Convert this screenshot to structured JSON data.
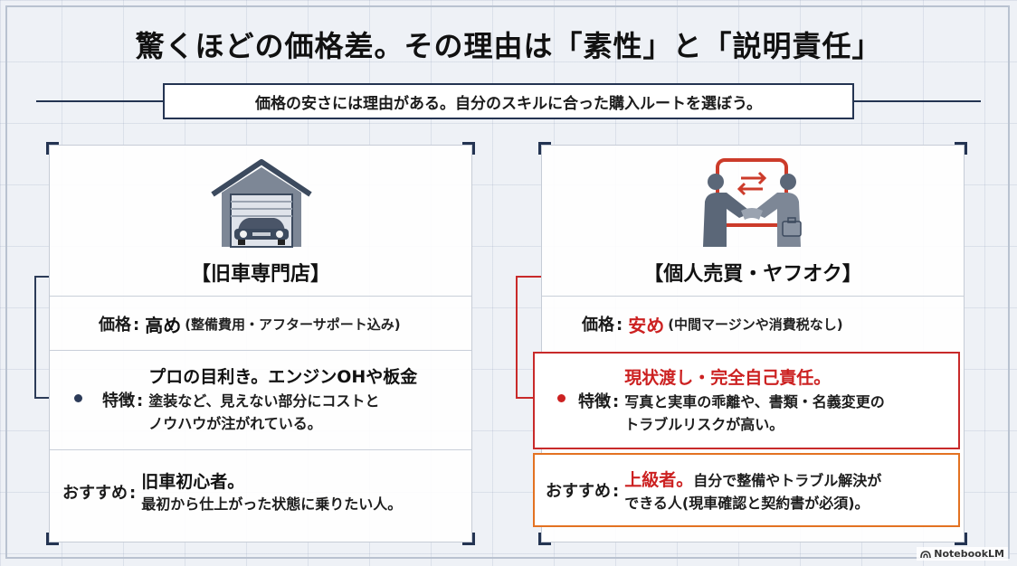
{
  "title": "驚くほどの価格差。その理由は「素性」と「説明責任」",
  "subtitle": "価格の安さには理由がある。自分のスキルに合った購入ルートを選ぼう。",
  "left": {
    "heading": "【旧車専門店】",
    "icon": "garage-car-icon",
    "price": {
      "label": "価格",
      "value": "高め",
      "note": "(整備費用・アフターサポート込み)"
    },
    "features": {
      "label": "特徴",
      "lines": [
        "プロの目利き。エンジンOHや板金",
        "塗装など、見えない部分にコストと",
        "ノウハウが注がれている。"
      ]
    },
    "recommend": {
      "label": "おすすめ",
      "lead": "旧車初心者。",
      "detail": "最初から仕上がった状態に乗りたい人。"
    }
  },
  "right": {
    "heading": "【個人売買・ヤフオク】",
    "icon": "handshake-exchange-icon",
    "price": {
      "label": "価格",
      "value": "安め",
      "note": "(中間マージンや消費税なし)"
    },
    "features": {
      "label": "特徴",
      "lead": "現状渡し・完全自己責任。",
      "lines": [
        "写真と実車の乖離や、書類・名義変更の",
        "トラブルリスクが高い。"
      ]
    },
    "recommend": {
      "label": "おすすめ",
      "lead": "上級者。",
      "line1_rest": "自分で整備やトラブル解決が",
      "line2": "できる人(現車確認と契約書が必須)。"
    }
  },
  "watermark": "NotebookLM",
  "colors": {
    "navy": "#243452",
    "red": "#cc2121",
    "orange": "#e37222"
  }
}
